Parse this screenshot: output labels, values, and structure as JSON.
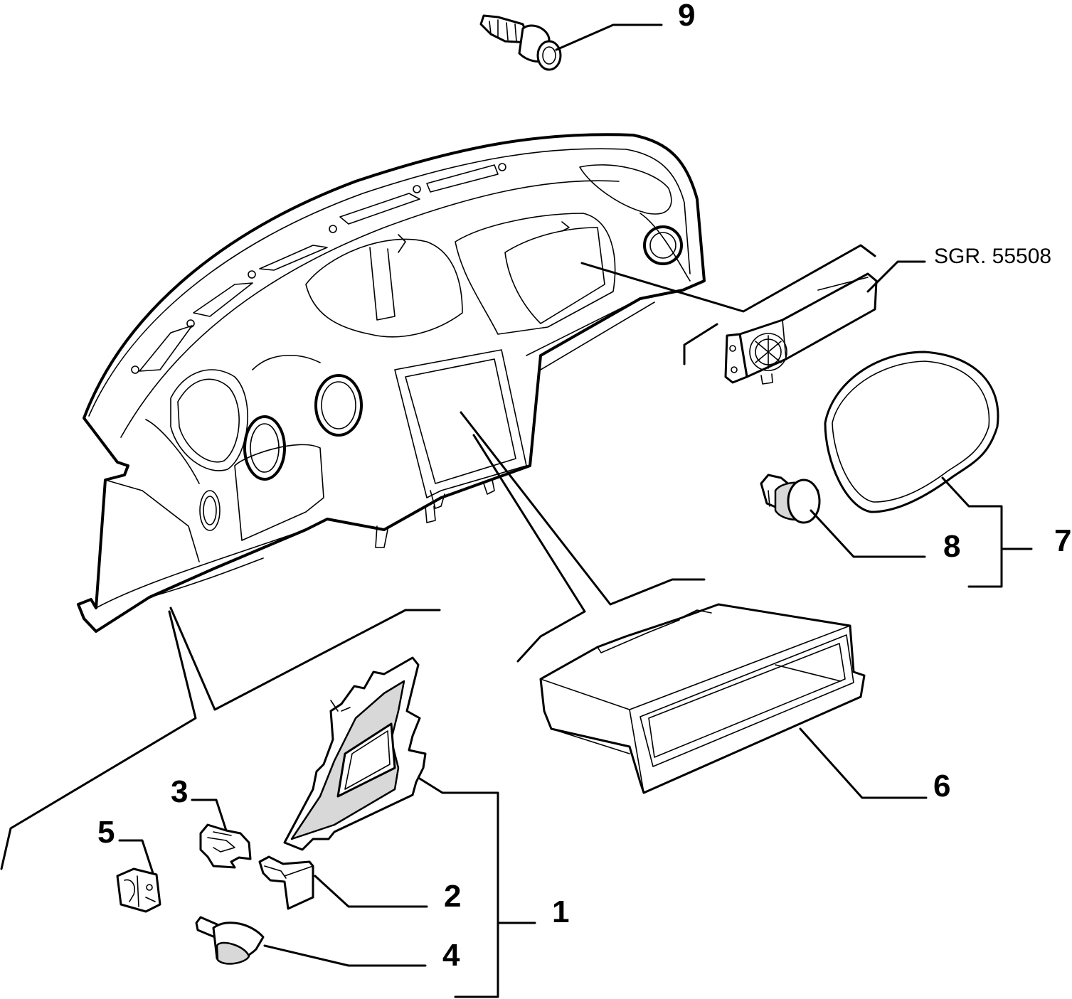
{
  "reference": {
    "text": "SGR. 55508"
  },
  "callouts": [
    {
      "id": "1",
      "label": "1"
    },
    {
      "id": "2",
      "label": "2"
    },
    {
      "id": "3",
      "label": "3"
    },
    {
      "id": "4",
      "label": "4"
    },
    {
      "id": "5",
      "label": "5"
    },
    {
      "id": "6",
      "label": "6"
    },
    {
      "id": "7",
      "label": "7"
    },
    {
      "id": "8",
      "label": "8"
    },
    {
      "id": "9",
      "label": "9"
    }
  ]
}
